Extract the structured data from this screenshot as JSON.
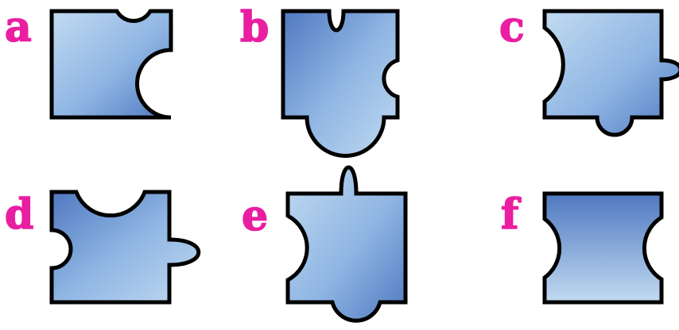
{
  "colors": {
    "label": "#ea1ea1",
    "piece_light": "#c2dbf1",
    "piece_mid": "#8fb5e3",
    "piece_dark": "#4f78c0",
    "outline": "#000000"
  },
  "pieces": [
    {
      "label": "a"
    },
    {
      "label": "b"
    },
    {
      "label": "c"
    },
    {
      "label": "d"
    },
    {
      "label": "e"
    },
    {
      "label": "f"
    }
  ]
}
